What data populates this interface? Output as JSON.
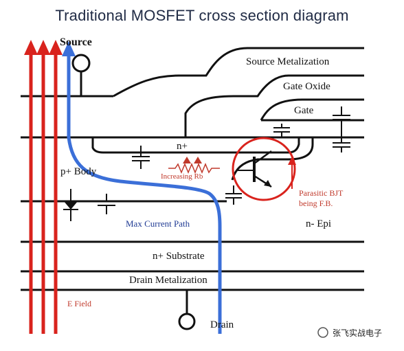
{
  "title": "Traditional MOSFET cross section diagram",
  "labels": {
    "source": "Source",
    "source_metalization": "Source Metalization",
    "gate_oxide": "Gate Oxide",
    "gate": "Gate",
    "n_plus": "n+",
    "p_body": "p+ Body",
    "increasing_rb": "Increasing Rb",
    "parasitic_bjt_line1": "Parasitic BJT",
    "parasitic_bjt_line2": "being F.B.",
    "max_current_path": "Max Current Path",
    "n_epi": "n-  Epi",
    "n_substrate": "n+ Substrate",
    "drain_metalization": "Drain Metalization",
    "e_field": "E Field",
    "drain": "Drain"
  },
  "watermark": "张飞实战电子",
  "colors": {
    "title": "#1f2a44",
    "e_field_arrows": "#d9231d",
    "current_path": "#3b6fd8",
    "bjt_circle": "#d9231d",
    "lines": "#111111"
  }
}
